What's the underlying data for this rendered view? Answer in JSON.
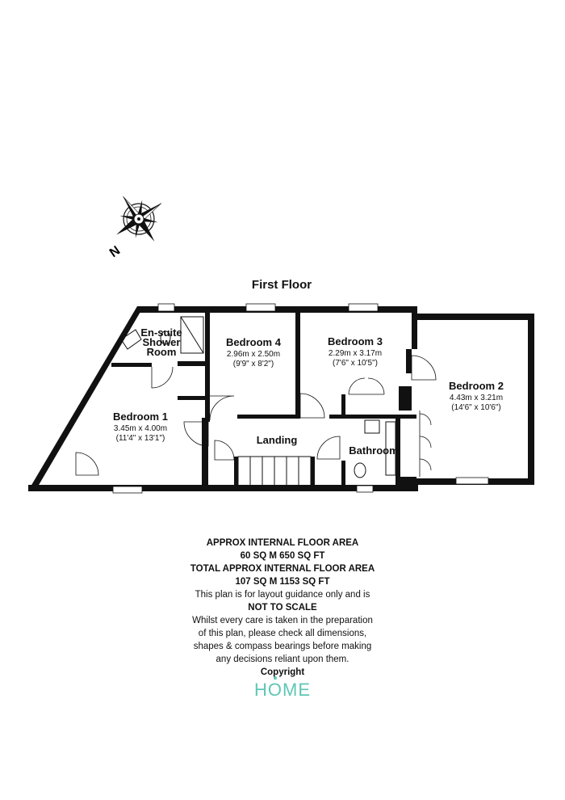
{
  "floor_title": "First Floor",
  "compass": {
    "north_label": "N"
  },
  "rooms": [
    {
      "id": "ensuite",
      "name_lines": [
        "En-suite",
        "Shower",
        "Room"
      ],
      "dims": []
    },
    {
      "id": "bedroom4",
      "name_lines": [
        "Bedroom 4"
      ],
      "dims": [
        "2.96m x 2.50m",
        "(9'9\" x 8'2\")"
      ]
    },
    {
      "id": "bedroom3",
      "name_lines": [
        "Bedroom 3"
      ],
      "dims": [
        "2.29m x 3.17m",
        "(7'6\" x 10'5\")"
      ]
    },
    {
      "id": "bedroom2",
      "name_lines": [
        "Bedroom 2"
      ],
      "dims": [
        "4.43m x 3.21m",
        "(14'6\" x 10'6\")"
      ]
    },
    {
      "id": "bedroom1",
      "name_lines": [
        "Bedroom 1"
      ],
      "dims": [
        "3.45m x 4.00m",
        "(11'4\" x 13'1\")"
      ]
    },
    {
      "id": "landing",
      "name_lines": [
        "Landing"
      ],
      "dims": []
    },
    {
      "id": "bathroom",
      "name_lines": [
        "Bathroom"
      ],
      "dims": []
    }
  ],
  "info": {
    "line1": "APPROX INTERNAL FLOOR AREA",
    "line2": "60 SQ M 650 SQ FT",
    "line3": "TOTAL APPROX INTERNAL FLOOR AREA",
    "line4": "107 SQ M 1153 SQ FT",
    "line5": "This plan is for layout guidance only and is",
    "line6": "NOT TO SCALE",
    "line7": "Whilst every care is taken in the preparation",
    "line8": "of this plan, please check all dimensions,",
    "line9": "shapes & compass bearings before making",
    "line10": "any decisions reliant upon them.",
    "line11": "Copyright"
  },
  "logo": {
    "text_before": "H",
    "text_o": "O",
    "text_after": "ME",
    "color": "#5ec7b4"
  }
}
